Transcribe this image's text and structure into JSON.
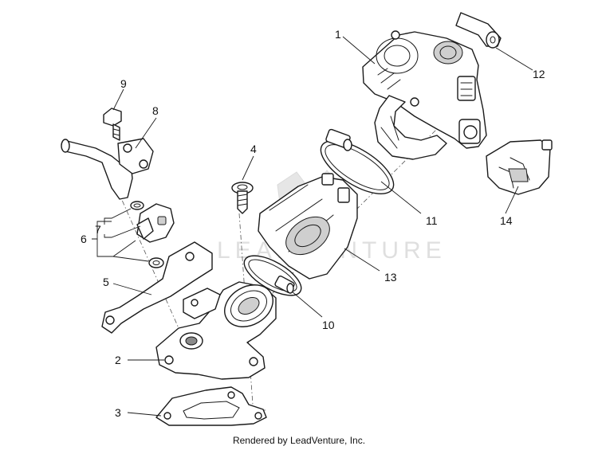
{
  "diagram": {
    "callouts": {
      "p1": "1",
      "p2": "2",
      "p3": "3",
      "p4": "4",
      "p5": "5",
      "p6": "6",
      "p7": "7",
      "p8": "8",
      "p9": "9",
      "p10": "10",
      "p11": "11",
      "p12": "12",
      "p13": "13",
      "p14": "14"
    },
    "watermark": "LEADVENTURE"
  },
  "footer": {
    "credit": "Rendered by LeadVenture, Inc."
  }
}
